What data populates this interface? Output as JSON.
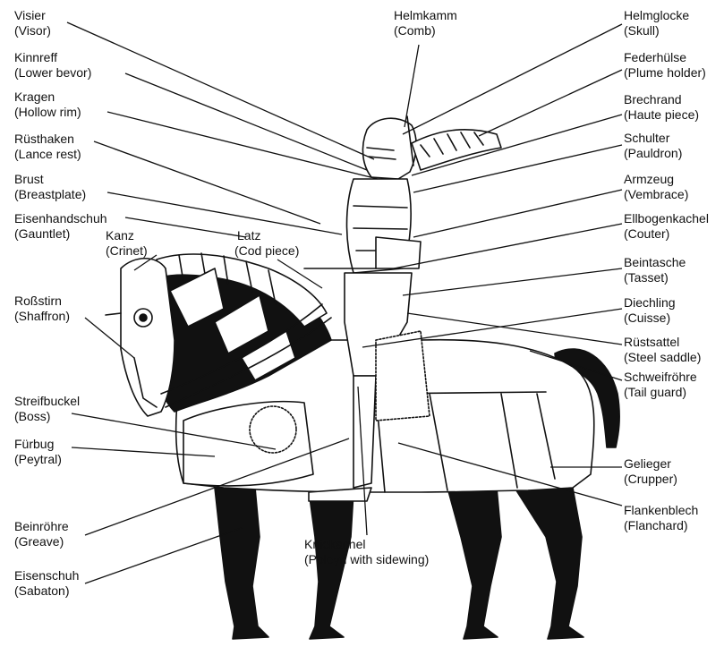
{
  "labels": {
    "visier": {
      "de": "Visier",
      "en": "(Visor)"
    },
    "kinnreff": {
      "de": "Kinnreff",
      "en": "(Lower bevor)"
    },
    "kragen": {
      "de": "Kragen",
      "en": "(Hollow rim)"
    },
    "ruesthaken": {
      "de": "Rüsthaken",
      "en": "(Lance rest)"
    },
    "brust": {
      "de": "Brust",
      "en": "(Breastplate)"
    },
    "eisenhandschuh": {
      "de": "Eisenhandschuh",
      "en": "(Gauntlet)"
    },
    "kanz": {
      "de": "Kanz",
      "en": "(Crinet)"
    },
    "latz": {
      "de": "Latz",
      "en": "(Cod piece)"
    },
    "rossstirn": {
      "de": "Roßstirn",
      "en": "(Shaffron)"
    },
    "streifbuckel": {
      "de": "Streifbuckel",
      "en": "(Boss)"
    },
    "fuerbug": {
      "de": "Fürbug",
      "en": "(Peytral)"
    },
    "beinroehre": {
      "de": "Beinröhre",
      "en": "(Greave)"
    },
    "eisenschuh": {
      "de": "Eisenschuh",
      "en": "(Sabaton)"
    },
    "helmkamm": {
      "de": "Helmkamm",
      "en": "(Comb)"
    },
    "kniekachel": {
      "de": "Kniekachel",
      "en": "(Poleyn with sidewing)"
    },
    "helmglocke": {
      "de": "Helmglocke",
      "en": "(Skull)"
    },
    "federhuelse": {
      "de": "Federhülse",
      "en": "(Plume holder)"
    },
    "brechrand": {
      "de": "Brechrand",
      "en": "(Haute piece)"
    },
    "schulter": {
      "de": "Schulter",
      "en": "(Pauldron)"
    },
    "armzeug": {
      "de": "Armzeug",
      "en": "(Vembrace)"
    },
    "ellbogenkachel": {
      "de": "Ellbogenkachel",
      "en": "(Couter)"
    },
    "beintasche": {
      "de": "Beintasche",
      "en": "(Tasset)"
    },
    "diechling": {
      "de": "Diechling",
      "en": "(Cuisse)"
    },
    "ruestsattel": {
      "de": "Rüstsattel",
      "en": "(Steel saddle)"
    },
    "schweifroehre": {
      "de": "Schweifröhre",
      "en": "(Tail guard)"
    },
    "gelieger": {
      "de": "Gelieger",
      "en": "(Crupper)"
    },
    "flankenblech": {
      "de": "Flankenblech",
      "en": "(Flanchard)"
    }
  }
}
